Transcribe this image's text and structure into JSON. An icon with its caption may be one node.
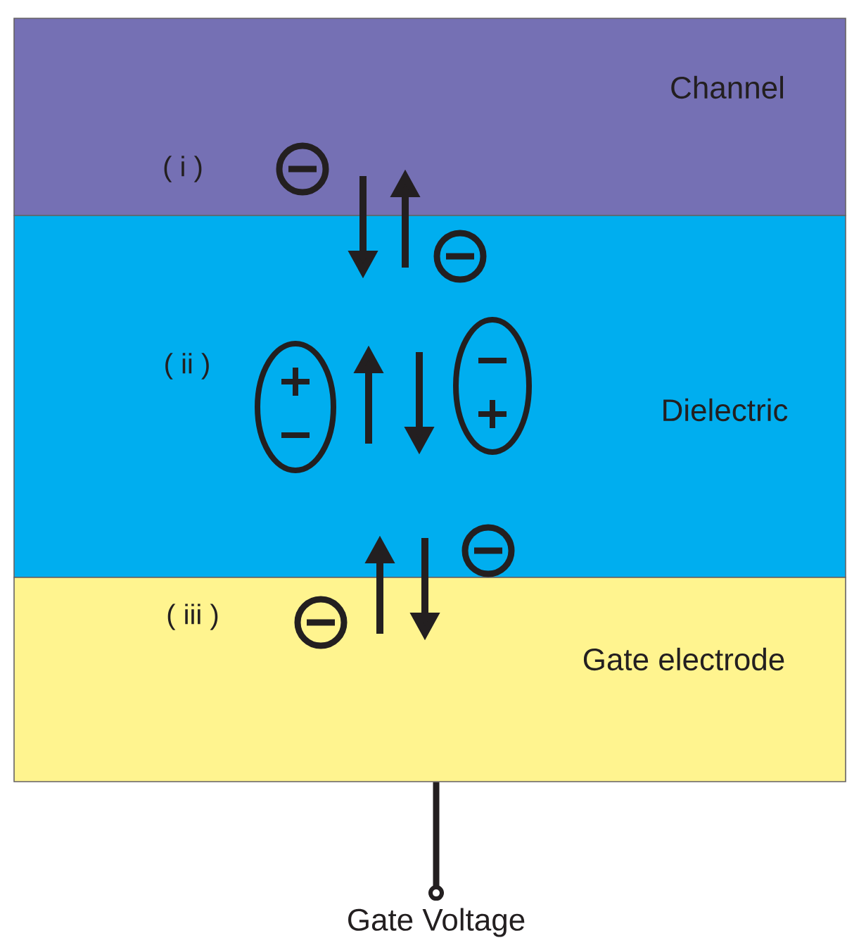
{
  "diagram": {
    "nodes": [
      {
        "text": [
          "Channel"
        ]
      },
      {
        "text": [
          "Dielectric"
        ]
      },
      {
        "text": [
          "Gate electrode"
        ]
      },
      {
        "text": [
          "Gate Voltage"
        ]
      }
    ],
    "edges": [
      {
        "from": 2,
        "to": 3,
        "arrow": "other"
      },
      {
        "from": 0,
        "to": 1,
        "arrow": "to"
      },
      {
        "from": 1,
        "to": 0,
        "arrow": "to"
      },
      {
        "from": 2,
        "to": 1,
        "arrow": "to"
      },
      {
        "from": 1,
        "to": 2,
        "arrow": "to"
      }
    ],
    "labels": [
      "( i )",
      "( ii )",
      "( iii )"
    ]
  }
}
